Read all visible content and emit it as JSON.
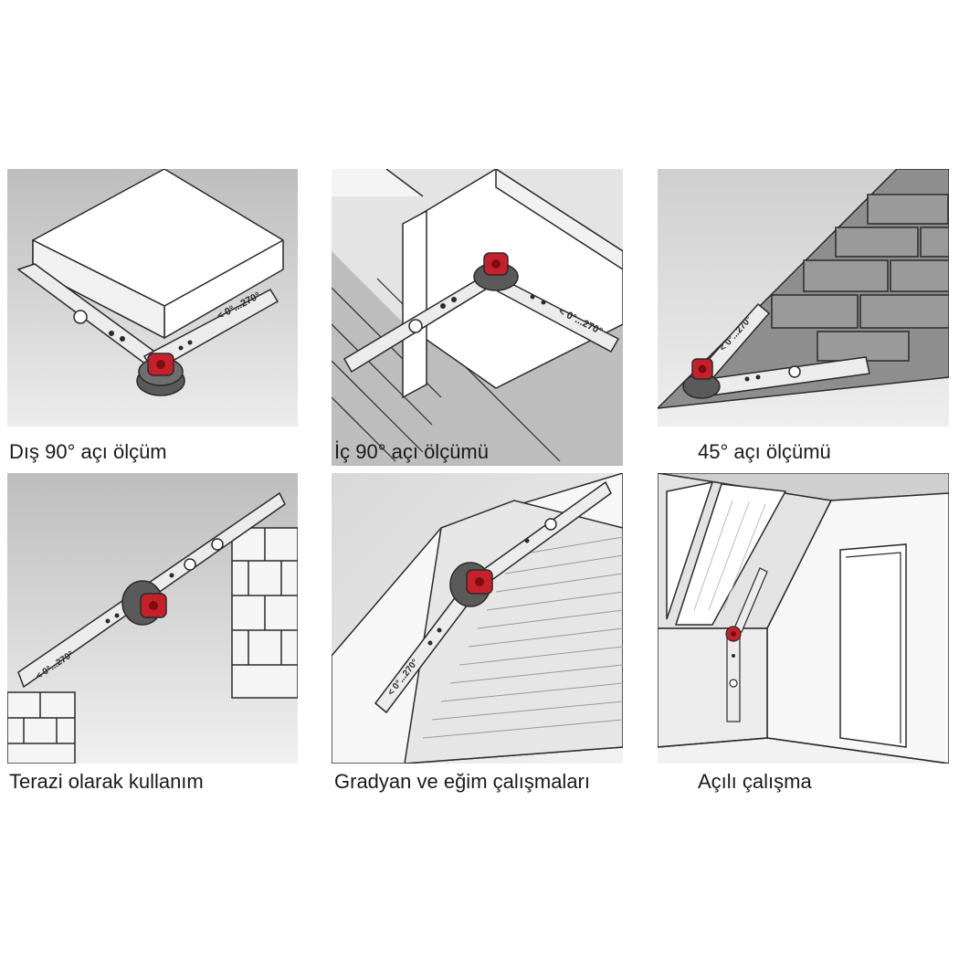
{
  "panels": [
    {
      "caption": "Dış 90° açı ölçüm",
      "scale_text": "< 0°...270°"
    },
    {
      "caption": "İç 90° açı ölçümü",
      "scale_text": "< 0°...270°"
    },
    {
      "caption": "45° açı ölçümü",
      "scale_text": "< 0°...270°"
    },
    {
      "caption": "Terazi olarak kullanım",
      "scale_text": "< 0°...270°"
    },
    {
      "caption": "Gradyan ve eğim çalışmaları",
      "scale_text": "< 0°...270°"
    },
    {
      "caption": "Açılı çalışma"
    }
  ],
  "colors": {
    "tool_red": "#c8202a",
    "panel_gray": "#d4d4d4",
    "line": "#2a2a2a"
  }
}
